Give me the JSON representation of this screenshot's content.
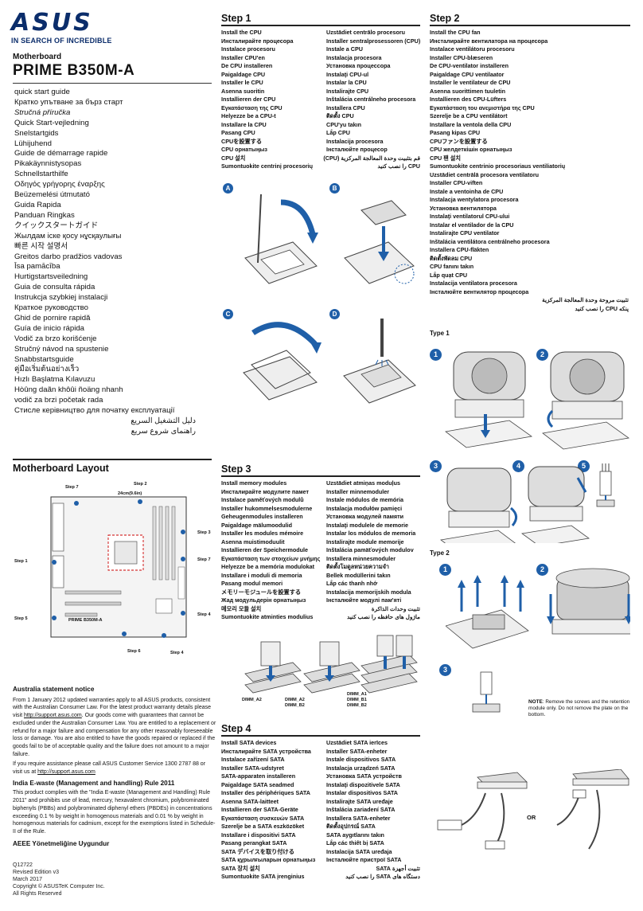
{
  "brand": {
    "name": "ASUS",
    "tagline": "IN SEARCH OF INCREDIBLE"
  },
  "product": {
    "category": "Motherboard",
    "model": "PRIME B350M-A"
  },
  "guide_titles": [
    "quick start guide",
    "Кратко упътване за бърз старт",
    "Stručná příručka",
    "Quick Start-vejledning",
    "Snelstartgids",
    "Lühijuhend",
    "Guide de démarrage rapide",
    "Pikakäynnistysopas",
    "Schnellstarthilfe",
    "Οδηγός γρήγορης έναρξης",
    "Beüzemelési útmutató",
    "Guida Rapida",
    "Panduan Ringkas",
    "クイックスタートガイド",
    "Жылдам іске қосу нұсқаулығы",
    "빠른 시작 설명서",
    "Greitos darbo pradžios vadovas",
    "Īsa pamācība",
    "Hurtigstartsveiledning",
    "Guia de consulta rápida",
    "Instrukcja szybkiej instalacji",
    "Краткое руководство",
    "Ghid de pornire rapidă",
    "Guía de inicio rápida",
    "Vodič za brzo korišćenje",
    "Stručný návod na spustenie",
    "Snabbstartsguide",
    "คู่มือเริ่มต้นอย่างเร็ว",
    "Hızlı Başlatma Kılavuzu",
    "Hòûng daãn khôûi ñoäng nhanh",
    "vodič za brzi početak rada",
    "Стисле керівництво для початку експлуатації",
    "دليل التشغيل السريع",
    "راهنمای شروع سریع"
  ],
  "step1": {
    "title": "Step 1",
    "col_a": [
      "Install the CPU",
      "Инсталирайте процесора",
      "Instalace procesoru",
      "Installer CPU'en",
      "De CPU installeren",
      "Paigaldage CPU",
      "Installer le CPU",
      "Asenna suoritin",
      "Installieren der CPU",
      "Εγκατάσταση της CPU",
      "Helyezze be a CPU-t",
      "Installare la CPU",
      "Pasang CPU",
      "CPUを設置する",
      "CPU орнатыңыз",
      "CPU 설치",
      "Sumontuokite centrinį procesorių"
    ],
    "col_b": [
      "Uzstādiet centrālo procesoru",
      "Installer sentralprosessoren (CPU)",
      "Instale a CPU",
      "Instalacja procesora",
      "Установка процессора",
      "Instalaţi CPU-ul",
      "Instalar la CPU",
      "Instalirajte CPU",
      "Inštalácia centrálneho procesora",
      "Installera CPU",
      "ติดตั้ง CPU",
      "CPU'yu takın",
      "Lắp CPU",
      "Instalacija procesora",
      "Інсталюйте процесор",
      "قم بتثبيت وحدة المعالجة المركزية (CPU)",
      "CPU را نصب کنید"
    ],
    "figs": [
      "A",
      "B",
      "C",
      "D"
    ]
  },
  "step2": {
    "title": "Step 2",
    "items": [
      "Install the CPU fan",
      "Инсталирайте вентилатора на процесора",
      "Instalace ventilátoru procesoru",
      "Installer CPU-blæseren",
      "De CPU-ventilator installeren",
      "Paigaldage CPU ventilaator",
      "Installer le ventilateur de CPU",
      "Asenna suorittimen tuuletin",
      "Installieren des CPU-Lüfters",
      "Εγκατάσταση του ανεμιστήρα της CPU",
      "Szerelje be a CPU ventilátort",
      "Installare la ventola della CPU",
      "Pasang kipas CPU",
      "CPUファンを設置する",
      "CPU желдеткішін орнатыңыз",
      "CPU 팬 설치",
      "Sumontuokite centrinio procesoriaus ventiliatorių",
      "Uzstādiet centrālā procesora ventilatoru",
      "Installer CPU-viften",
      "Instale a ventoinha de CPU",
      "Instalacja wentylatora procesora",
      "Установка вентилятора",
      "Instalaţi ventilatorul CPU-ului",
      "Instalar el ventilador de la CPU",
      "Instalirajte CPU ventilator",
      "Inštalácia ventilátora centrálneho procesora",
      "Installera CPU-fläkten",
      "ติดตั้งพัดลม CPU",
      "CPU fanını takın",
      "Lắp quạt CPU",
      "Instalacija ventilatora procesora",
      "Інсталюйте вентилятор процесора",
      "تثبيت مروحة وحدة المعالجة المركزية",
      "پنکه CPU را نصب کنید"
    ],
    "type1": "Type 1",
    "type2": "Type 2",
    "markers_t1": [
      "1",
      "2",
      "3",
      "4",
      "5"
    ],
    "markers_t2": [
      "1",
      "2",
      "3"
    ],
    "note_label": "NOTE",
    "note_text": ":  Remove the screws and the retention module only. Do not remove the plate on the bottom."
  },
  "layout": {
    "title": "Motherboard Layout",
    "labels": {
      "s7a": "Step 7",
      "s2": "Step 2",
      "s3": "Step 3",
      "s7b": "Step 7",
      "s1": "Step 1",
      "s4a": "Step 4",
      "s5": "Step 5",
      "s6": "Step 6",
      "s4b": "Step 4"
    },
    "dims": "24cm(9.6in)",
    "board_name": "PRIME B350M-A"
  },
  "australia": {
    "title": "Australia statement notice",
    "p1": "From 1 January 2012 updated warranties apply to all ASUS products, consistent with the Australian Consumer Law. For the latest product warranty details please visit ",
    "link1": "http://support.asus.com",
    "p1b": ". Our goods come with guarantees that cannot be excluded under the Australian Consumer Law. You are entitled to a replacement or refund for a major failure and compensation for any other reasonably foreseeable loss or damage. You are also entitled to have the goods repaired or replaced if the goods fail to be of acceptable quality and the failure does not amount to a major failure.",
    "p2": "If you require assistance please call ASUS Customer Service 1300 2787 88 or visit us at ",
    "link2": "http://support.asus.com"
  },
  "ewaste": {
    "title": "India E-waste (Management and handling) Rule 2011",
    "text": "This product complies with the \"India E-waste (Management and Handling) Rule 2011\" and prohibits use of lead, mercury, hexavalent chromium, polybrominated biphenyls (PBBs) and polybrominated diphenyl ethers (PBDEs) in concentrations exceeding 0.1 % by weight in homogenous materials and 0.01 % by weight in homogenous materials for cadmium, except for the exemptions listed in Schedule-II of the Rule."
  },
  "aeee": {
    "title": "AEEE Yönetmeliğine Uygundur"
  },
  "footer": [
    "Q12722",
    "Revised Edition v3",
    "March 2017",
    "Copyright © ASUSTeK Computer Inc.",
    "All Rights Reserved"
  ],
  "step3": {
    "title": "Step 3",
    "col_a": [
      "Install memory modules",
      "Инсталирайте модулите памет",
      "Instalace paměťových modulů",
      "Installer hukommelsesmodulerne",
      "Geheugenmodules installeren",
      "Paigaldage mälumoodulid",
      "Installer les modules mémoire",
      "Asenna muistimoduulit",
      "Installieren der Speichermodule",
      "Εγκατάσταση των στοιχείων μνήμης",
      "Helyezze be a memória modulokat",
      "Installare i moduli di memoria",
      "Pasang modul memori",
      "メモリーモジュールを設置する",
      "Жад модульдерін орнатыңыз",
      "메모리 모듈 설치",
      "Sumontuokite atminties modulius"
    ],
    "col_b": [
      "Uzstādiet atmiņas moduļus",
      "Installer minnemoduler",
      "Instale módulos de memória",
      "Instalacja modułów pamięci",
      "Установка модулей памяти",
      "Instalaţi modulele de memorie",
      "Instalar los módulos de memoria",
      "Instalirajte module memorije",
      "Inštalácia pamäťových modulov",
      "Installera minnesmoduler",
      "ติดตั้งโมดูลหน่วยความจำ",
      "Bellek modüllerini takın",
      "Lắp các thanh nhớ",
      "Instalacija memorijskih modula",
      "Інсталюйте модулі пам'яті",
      "تثبيت وحدات الذاكرة",
      "ماژول های حافظه را نصب کنید"
    ],
    "dimm": {
      "a2": "DIMM_A2",
      "b2": "DIMM_B2",
      "a1": "DIMM_A1",
      "b1": "DIMM_B1"
    }
  },
  "step4": {
    "title": "Step 4",
    "col_a": [
      "Install SATA devices",
      "Инсталирайте SATA устройства",
      "Instalace zařízení SATA",
      "Installer SATA-udstyret",
      "SATA-apparaten installeren",
      "Paigaldage SATA seadmed",
      "Installer des périphériques SATA",
      "Asenna SATA-laitteet",
      "Installieren der SATA-Geräte",
      "Εγκατάσταση συσκευών SATA",
      "Szerelje be a SATA eszközöket",
      "Installare i dispositivi SATA",
      "Pasang perangkat SATA",
      "SATA デバイスを取り付ける",
      "SATA құрылғыларын орнатыңыз",
      "SATA 장치 설치",
      "Sumontuokite SATA įrenginius"
    ],
    "col_b": [
      "Uzstādiet SATA ierīces",
      "Installer SATA-enheter",
      "Instale dispositivos SATA",
      "Instalacja urządzeń SATA",
      "Установка SATA устройств",
      "Instalaţi dispozitivele SATA",
      "Instalar dispositivos SATA",
      "Instalirajte SATA uređaje",
      "Inštalácia zariadení SATA",
      "Installera SATA-enheter",
      "ติดตั้งอุปกรณ์ SATA",
      "SATA aygıtlarını takın",
      "Lắp các thiết bị SATA",
      "Instalacija SATA uređaja",
      "Інсталюйте пристрої SATA",
      "تثبيت أجهزة SATA",
      "دستگاه های SATA را نصب کنید"
    ],
    "or_label": "OR"
  }
}
